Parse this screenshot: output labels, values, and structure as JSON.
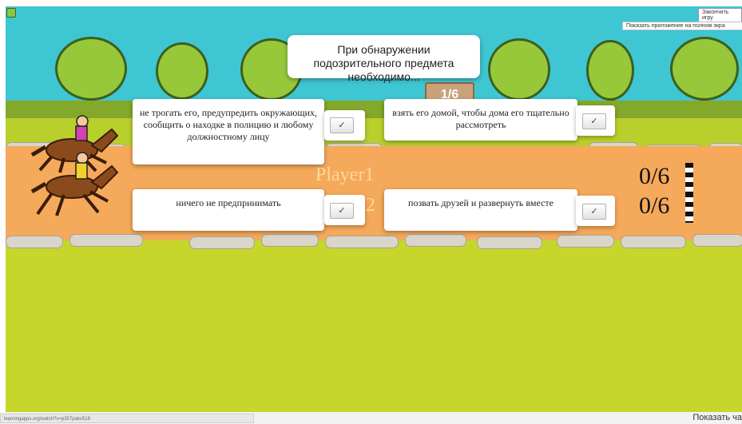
{
  "top_bar": {
    "end_game_label": "Закончить игру",
    "fullscreen_label": "Показать приложение на полном экра"
  },
  "question": {
    "text": "При обнаружении подозрительного предмета необходимо..."
  },
  "progress": {
    "counter": "1/6"
  },
  "answers": [
    {
      "text": "не трогать его, предупредить окружающих, сообщить о находке в полицию и любому должностному лицу",
      "check": "✓"
    },
    {
      "text": "взять его домой, чтобы дома его тщательно рассмотреть",
      "check": "✓"
    },
    {
      "text": "ничего не предпринимать",
      "check": "✓"
    },
    {
      "text": "позвать друзей и развернуть вместе",
      "check": "✓"
    }
  ],
  "players": [
    {
      "name": "Player1",
      "score": "0/6"
    },
    {
      "name": "Игрок2",
      "score": "0/6"
    }
  ],
  "status_bar": {
    "url": "learningapps.org/watch?v=p357pakv516",
    "chat_label": "Показать ча"
  },
  "colors": {
    "sky": "#3ec6d3",
    "track": "#f5a95a",
    "grass": "#c7d62b"
  }
}
